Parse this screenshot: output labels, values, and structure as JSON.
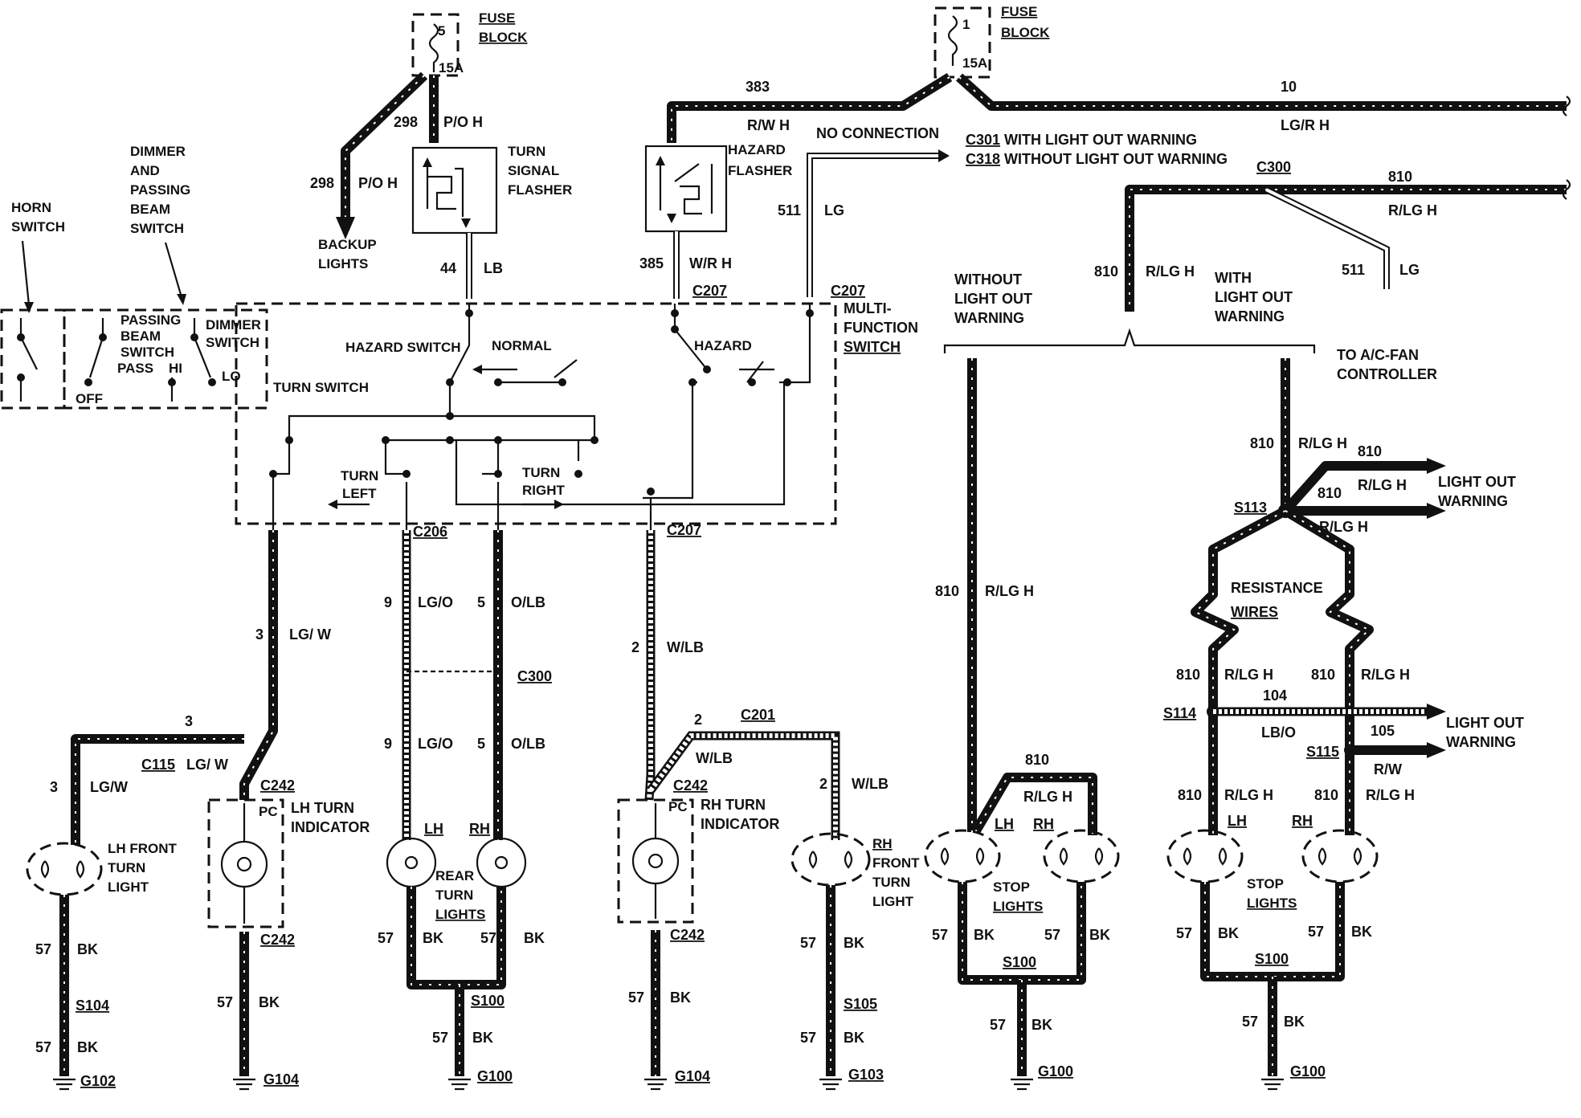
{
  "fuse_block_left": {
    "label": "FUSE\nBLOCK",
    "label1": "FUSE",
    "label2": "BLOCK",
    "number": "5",
    "rating": "15A"
  },
  "fuse_block_right": {
    "label1": "FUSE",
    "label2": "BLOCK",
    "number": "1",
    "rating": "15A"
  },
  "horn_switch": {
    "label1": "HORN",
    "label2": "SWITCH"
  },
  "dimmer_switch": {
    "label1": "DIMMER",
    "label2": "AND",
    "label3": "PASSING",
    "label4": "BEAM",
    "label5": "SWITCH",
    "inner1": "PASSING",
    "inner2": "BEAM",
    "inner3": "SWITCH",
    "pass": "PASS",
    "hi": "HI",
    "lo": "LO",
    "off": "OFF",
    "dimmer1": "DIMMER",
    "dimmer2": "SWITCH"
  },
  "turn_switch_label": "TURN SWITCH",
  "multi_function": {
    "label1": "MULTI-",
    "label2": "FUNCTION",
    "label3": "SWITCH",
    "hazard_switch": "HAZARD SWITCH",
    "normal": "NORMAL",
    "hazard": "HAZARD",
    "turn_left1": "TURN",
    "turn_left2": "LEFT",
    "turn_right1": "TURN",
    "turn_right2": "RIGHT"
  },
  "turn_signal_flasher": {
    "l1": "TURN",
    "l2": "SIGNAL",
    "l3": "FLASHER"
  },
  "hazard_flasher": {
    "l1": "HAZARD",
    "l2": "FLASHER"
  },
  "backup_lights": {
    "l1": "BACKUP",
    "l2": "LIGHTS"
  },
  "wires": {
    "w298a": "298",
    "w298a_c": "P/O H",
    "w298b": "298",
    "w298b_c": "P/O H",
    "w44": "44",
    "w44_c": "LB",
    "w383": "383",
    "w383_c": "R/W H",
    "w385": "385",
    "w385_c": "W/R H",
    "w511": "511",
    "w511_c": "LG",
    "w10": "10",
    "w10_c": "LG/R H",
    "w810a": "810",
    "w810a_c": "R/LG H",
    "w810b": "810",
    "w810b_c": "R/LG H",
    "w511b": "511",
    "w511b_c": "LG",
    "w3a": "3",
    "w3a_c": "LG/ W",
    "w3b": "3",
    "w3c": "3",
    "w3c_c": "LG/W",
    "w3d_c": "LG/ W",
    "w9a": "9",
    "w9a_c": "LG/O",
    "w5a": "5",
    "w5a_c": "O/LB",
    "w9b": "9",
    "w9b_c": "LG/O",
    "w5b": "5",
    "w5b_c": "O/LB",
    "w2a": "2",
    "w2a_c": "W/LB",
    "w2b": "2",
    "w2b_c": "W/LB",
    "w2c": "2",
    "w2c_c": "W/LB",
    "w810c": "810",
    "w810c_c": "R/LG H",
    "w810d": "810",
    "w810d_c": "R/LG H",
    "w810e": "810",
    "w810e_c": "R/LG H",
    "w810f": "810",
    "w810f_c": "R/LG H",
    "w810g": "810",
    "w810g_c": "R/LG H",
    "w810h": "810",
    "w810h_c": "R/LG H",
    "w810i": "810",
    "w810i_c": "R/LG H",
    "w810j": "810",
    "w810j_c": "R/LG H",
    "w810k": "810",
    "w810k_c": "R/LG H",
    "w810l": "810",
    "w104": "104",
    "w104_c": "LB/O",
    "w105": "105",
    "w105_c": "R/W",
    "w57": "57",
    "bk": "BK"
  },
  "connectors": {
    "c207a": "C207",
    "c207b": "C207",
    "c207c": "C207",
    "c206": "C206",
    "c300a": "C300",
    "c300b": "C300",
    "c115": "C115",
    "c242a": "C242",
    "c242b": "C242",
    "c242c": "C242",
    "c242d": "C242",
    "c201": "C201",
    "c301": "C301",
    "c318": "C318"
  },
  "splices": {
    "s104": "S104",
    "s100a": "S100",
    "s105": "S105",
    "s100b": "S100",
    "s100c": "S100",
    "s113": "S113",
    "s114": "S114",
    "s115": "S115"
  },
  "grounds": {
    "g102": "G102",
    "g104a": "G104",
    "g100a": "G100",
    "g104b": "G104",
    "g103": "G103",
    "g100b": "G100",
    "g100c": "G100"
  },
  "notes": {
    "no_connection": "NO CONNECTION",
    "c301_text": "WITH LIGHT OUT WARNING",
    "c318_text": "WITHOUT LIGHT OUT WARNING",
    "without1": "WITHOUT",
    "without2": "LIGHT OUT",
    "without3": "WARNING",
    "with1": "WITH",
    "with2": "LIGHT OUT",
    "with3": "WARNING",
    "ac1": "TO  A/C-FAN",
    "ac2": "CONTROLLER",
    "low1": "LIGHT OUT",
    "low2": "WARNING",
    "low3": "LIGHT OUT",
    "low4": "WARNING",
    "resist1": "RESISTANCE",
    "resist2": "WIRES"
  },
  "lamps": {
    "lh_front1": "LH FRONT",
    "lh_front2": "TURN",
    "lh_front3": "LIGHT",
    "lh_ind1": "LH TURN",
    "lh_ind2": "INDICATOR",
    "pc": "PC",
    "rear_lh": "LH",
    "rear_rh": "RH",
    "rear1": "REAR",
    "rear2": "TURN",
    "rear3": "LIGHTS",
    "rh_ind1": "RH TURN",
    "rh_ind2": "INDICATOR",
    "pc2": "PC",
    "rh_front1": "RH",
    "rh_front2": "FRONT",
    "rh_front3": "TURN",
    "rh_front4": "LIGHT",
    "stop_lh": "LH",
    "stop_rh": "RH",
    "stop1": "STOP",
    "stop2": "LIGHTS",
    "stop2_lh": "LH",
    "stop2_rh": "RH",
    "stop3": "STOP",
    "stop4": "LIGHTS"
  }
}
